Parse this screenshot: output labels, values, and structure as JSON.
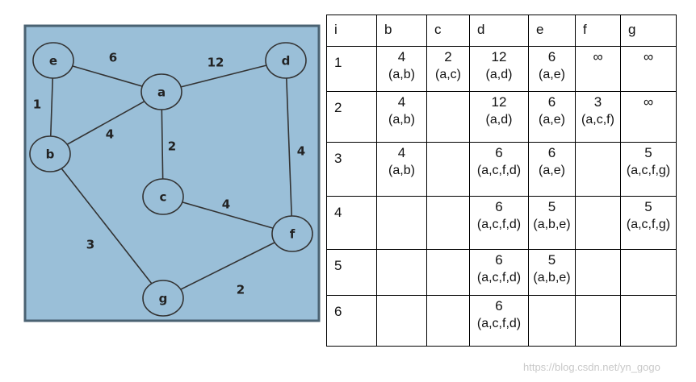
{
  "graph": {
    "nodes": [
      {
        "id": "e",
        "label": "e"
      },
      {
        "id": "a",
        "label": "a"
      },
      {
        "id": "d",
        "label": "d"
      },
      {
        "id": "b",
        "label": "b"
      },
      {
        "id": "c",
        "label": "c"
      },
      {
        "id": "f",
        "label": "f"
      },
      {
        "id": "g",
        "label": "g"
      }
    ],
    "edges": [
      {
        "from": "e",
        "to": "a",
        "weight": "6"
      },
      {
        "from": "a",
        "to": "d",
        "weight": "12"
      },
      {
        "from": "e",
        "to": "b",
        "weight": "1"
      },
      {
        "from": "b",
        "to": "a",
        "weight": "4"
      },
      {
        "from": "a",
        "to": "c",
        "weight": "2"
      },
      {
        "from": "d",
        "to": "f",
        "weight": "4"
      },
      {
        "from": "c",
        "to": "f",
        "weight": "4"
      },
      {
        "from": "b",
        "to": "g",
        "weight": "3"
      },
      {
        "from": "g",
        "to": "f",
        "weight": "2"
      }
    ],
    "colors": {
      "panel": "#9abfd8",
      "border": "#4a6272",
      "node": "#9abfd8",
      "line": "#333333"
    }
  },
  "table": {
    "headers": [
      "i",
      "b",
      "c",
      "d",
      "e",
      "f",
      "g"
    ],
    "rows": [
      {
        "i": "1",
        "cells": {
          "b": {
            "d": "4",
            "p": "(a,b)"
          },
          "c": {
            "d": "2",
            "p": "(a,c)",
            "red": true
          },
          "d": {
            "d": "12",
            "p": "(a,d)"
          },
          "e": {
            "d": "6",
            "p": "(a,e)"
          },
          "f": {
            "d": "∞",
            "p": ""
          },
          "g": {
            "d": "∞",
            "p": ""
          }
        }
      },
      {
        "i": "2",
        "cells": {
          "b": {
            "d": "4",
            "p": "(a,b)"
          },
          "d": {
            "d": "12",
            "p": "(a,d)"
          },
          "e": {
            "d": "6",
            "p": "(a,e)"
          },
          "f": {
            "d": "3",
            "p": "(a,c,f)",
            "red": true
          },
          "g": {
            "d": "∞",
            "p": ""
          }
        }
      },
      {
        "i": "3",
        "cells": {
          "b": {
            "d": "4",
            "p": "(a,b)",
            "red": true
          },
          "d": {
            "d": "6",
            "p": "(a,c,f,d)"
          },
          "e": {
            "d": "6",
            "p": "(a,e)"
          },
          "g": {
            "d": "5",
            "p": "(a,c,f,g)"
          }
        }
      },
      {
        "i": "4",
        "cells": {
          "d": {
            "d": "6",
            "p": "(a,c,f,d)"
          },
          "e": {
            "d": "5",
            "p": "(a,b,e)"
          },
          "g": {
            "d": "5",
            "p": "(a,c,f,g)",
            "red": true
          }
        }
      },
      {
        "i": "5",
        "cells": {
          "d": {
            "d": "6",
            "p": "(a,c,f,d)"
          },
          "e": {
            "d": "5",
            "p": "(a,b,e)",
            "red": true
          }
        }
      },
      {
        "i": "6",
        "cells": {
          "d": {
            "d": "6",
            "p": "(a,c,f,d)",
            "red": true
          }
        }
      }
    ],
    "colors": {
      "highlight": "#e21b1b",
      "text": "#111111"
    }
  },
  "watermark": "https://blog.csdn.net/yn_gogo"
}
